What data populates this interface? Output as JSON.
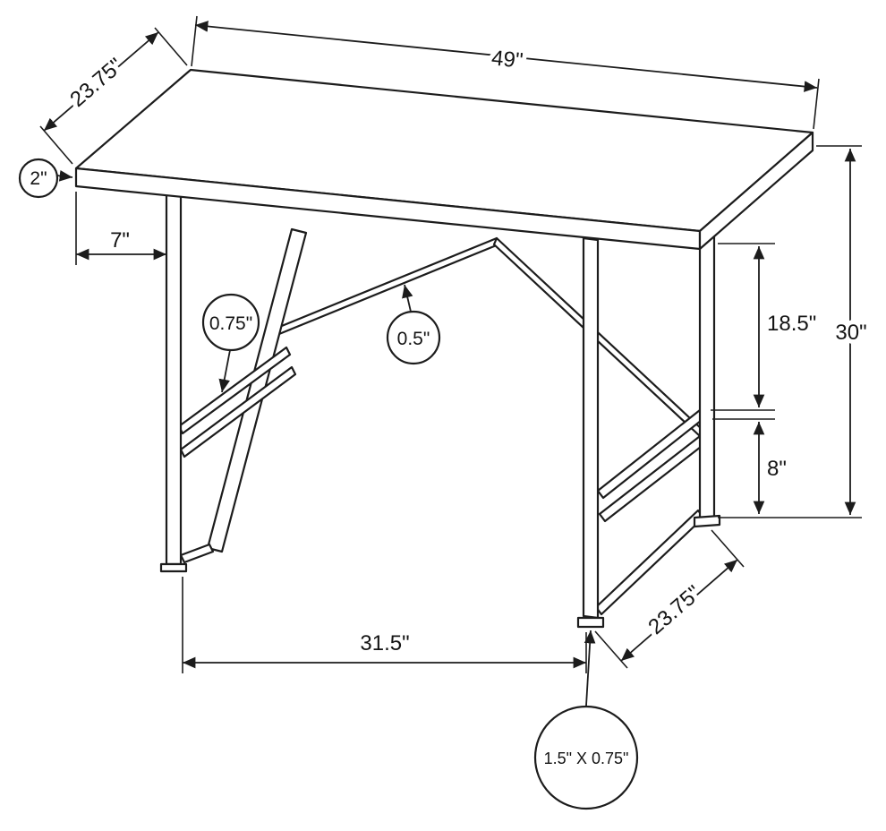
{
  "dimensions": {
    "top_length": "49\"",
    "top_depth": "23.75\"",
    "top_thickness": "2\"",
    "side_overhang": "7\"",
    "shelf_tube": "0.75\"",
    "brace_tube": "0.5\"",
    "desktop_to_shelf": "18.5\"",
    "shelf_to_floor": "8\"",
    "overall_height": "30\"",
    "leg_span": "31.5\"",
    "base_depth": "23.75\"",
    "leg_tube_profile": "1.5\" X 0.75\""
  }
}
